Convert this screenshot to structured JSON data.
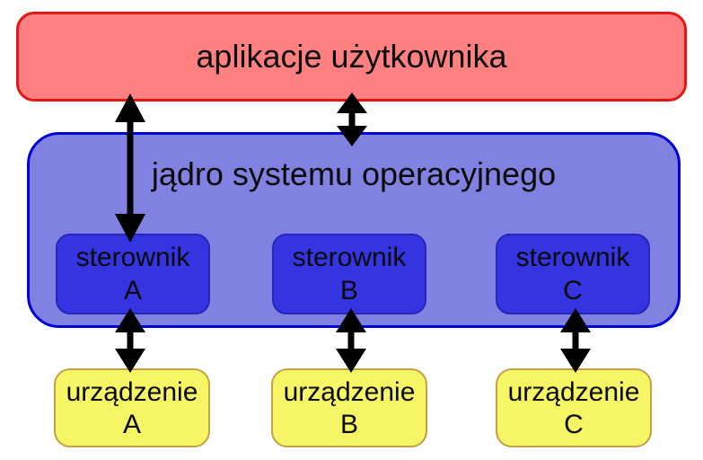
{
  "diagram": {
    "title": "os-kernel-drivers-devices-diagram",
    "background_color": "#ffffff",
    "text_color": "#0a0a0a",
    "arrow_color": "#000000",
    "user_apps": {
      "label": "aplikacje użytkownika",
      "fill": "#ff8080",
      "border": "#e41616"
    },
    "kernel": {
      "label": "jądro systemu operacyjnego",
      "fill": "#8181e1",
      "border": "#0000d8"
    },
    "drivers": [
      {
        "line1": "sterownik",
        "line2": "A"
      },
      {
        "line1": "sterownik",
        "line2": "B"
      },
      {
        "line1": "sterownik",
        "line2": "C"
      }
    ],
    "driver_style": {
      "fill": "#3434e0",
      "border": "#2626ba"
    },
    "devices": [
      {
        "line1": "urządzenie",
        "line2": "A"
      },
      {
        "line1": "urządzenie",
        "line2": "B"
      },
      {
        "line1": "urządzenie",
        "line2": "C"
      }
    ],
    "device_style": {
      "fill": "#f5f566",
      "border": "#c4a144"
    },
    "connections": [
      "aplikacje użytkownika ↔ sterownik A",
      "aplikacje użytkownika ↔ jądro systemu operacyjnego",
      "sterownik A ↔ urządzenie A",
      "sterownik B ↔ urządzenie B",
      "sterownik C ↔ urządzenie C"
    ]
  }
}
